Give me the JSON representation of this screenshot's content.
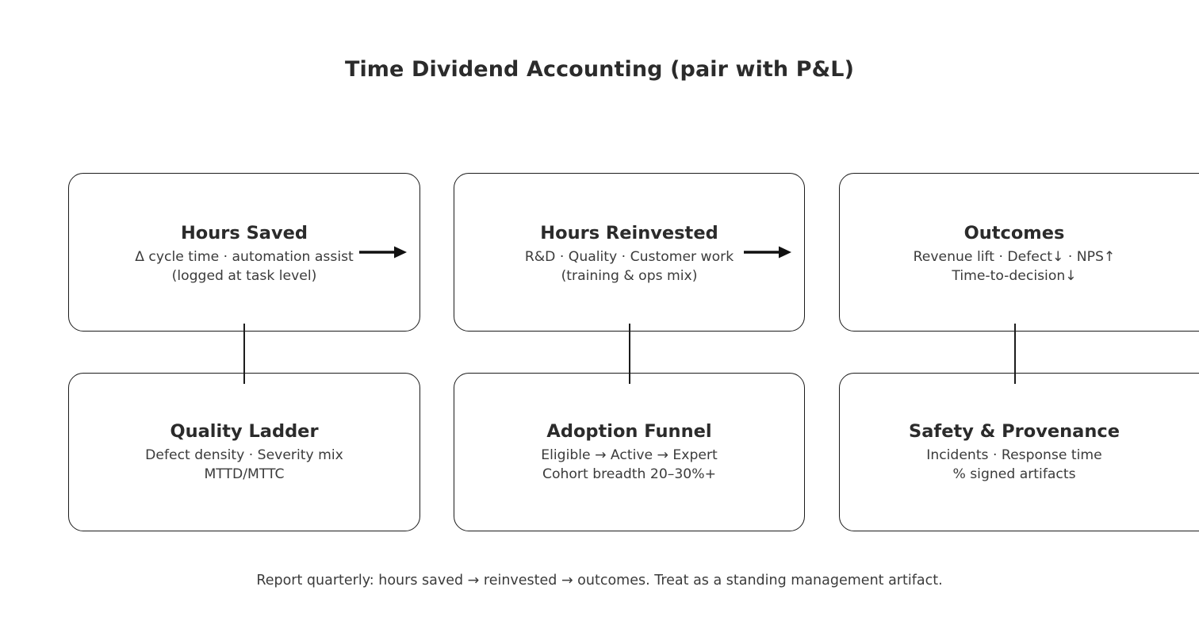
{
  "title": "Time Dividend Accounting (pair with P&L)",
  "footer": "Report quarterly: hours saved → reinvested → outcomes. Treat as a standing management artifact.",
  "colors": {
    "background": "#ffffff",
    "border": "#1c1c1c",
    "title_text": "#2b2b2b",
    "body_text": "#3b3b3b",
    "arrow": "#111111"
  },
  "cards": [
    {
      "id": "hours-saved",
      "title": "Hours Saved",
      "line1": "Δ cycle time · automation assist",
      "line2": "(logged at task level)",
      "row": "top",
      "column": 1,
      "has_flow_arrow": true
    },
    {
      "id": "hours-reinvested",
      "title": "Hours Reinvested",
      "line1": "R&D · Quality · Customer work",
      "line2": "(training & ops mix)",
      "row": "top",
      "column": 2,
      "has_flow_arrow": true
    },
    {
      "id": "outcomes",
      "title": "Outcomes",
      "line1": "Revenue lift · Defect↓ · NPS↑",
      "line2": "Time-to-decision↓",
      "row": "top",
      "column": 3,
      "has_flow_arrow": false
    },
    {
      "id": "quality-ladder",
      "title": "Quality Ladder",
      "line1": "Defect density · Severity mix",
      "line2": "MTTD/MTTC",
      "row": "bottom",
      "column": 1,
      "has_flow_arrow": false
    },
    {
      "id": "adoption-funnel",
      "title": "Adoption Funnel",
      "line1": "Eligible → Active → Expert",
      "line2": "Cohort breadth 20–30%+",
      "row": "bottom",
      "column": 2,
      "has_flow_arrow": false
    },
    {
      "id": "safety-provenance",
      "title": "Safety & Provenance",
      "line1": "Incidents · Response time",
      "line2": "% signed artifacts",
      "row": "bottom",
      "column": 3,
      "has_flow_arrow": false
    }
  ],
  "connectors": {
    "flow_arrows": [
      {
        "id": "arrow-hours-saved-to-reinvested",
        "from": "hours-saved",
        "to": "hours-reinvested"
      },
      {
        "id": "arrow-hours-reinvested-to-outcomes",
        "from": "hours-reinvested",
        "to": "outcomes"
      }
    ],
    "vertical_links": [
      {
        "id": "link-hours-saved-quality-ladder",
        "from": "hours-saved",
        "to": "quality-ladder"
      },
      {
        "id": "link-hours-reinvested-adoption-funnel",
        "from": "hours-reinvested",
        "to": "adoption-funnel"
      },
      {
        "id": "link-outcomes-safety-provenance",
        "from": "outcomes",
        "to": "safety-provenance"
      }
    ]
  }
}
